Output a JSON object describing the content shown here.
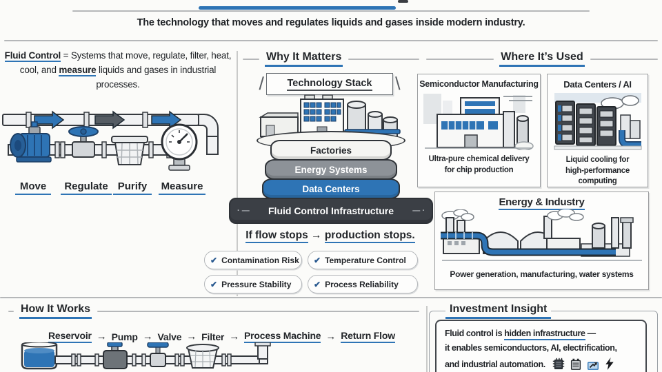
{
  "page": {
    "subtitle": "The technology that moves and regulates liquids and gases inside modern industry."
  },
  "definition": {
    "term": "Fluid Control",
    "equals": "=",
    "body_1": "Systems that move, regulate, filter, heat, cool, and",
    "highlight": "measure",
    "body_2": "liquids and gases in industrial processes."
  },
  "pipeline": {
    "labels": [
      "Move",
      "Regulate",
      "Purify",
      "Measure"
    ]
  },
  "why": {
    "heading": "Why It Matters",
    "banner": "Technology Stack",
    "stack": [
      {
        "label": "Factories",
        "color": "#f5f5f2"
      },
      {
        "label": "Energy Systems",
        "color": "#8d9298"
      },
      {
        "label": "Data Centers",
        "color": "#2e74b5"
      },
      {
        "label": "Fluid Control Infrastructure",
        "color": "#3b3f45"
      }
    ],
    "tagline": {
      "pre": "If flow stops",
      "arrow": "→",
      "post": "production stops."
    },
    "check": "✔",
    "badges": [
      "Contamination Risk",
      "Temperature Control",
      "Pressure Stability",
      "Process Reliability"
    ]
  },
  "where": {
    "heading": "Where It’s Used",
    "cards": [
      {
        "title": "Semiconductor Manufacturing",
        "caption_1": "Ultra-pure chemical delivery",
        "caption_2": "for chip production"
      },
      {
        "title": "Data Centers / AI",
        "caption_1": "Liquid cooling for",
        "caption_2": "high-performance computing"
      },
      {
        "title": "Energy & Industry",
        "caption_1": "Power generation, manufacturing, water systems",
        "caption_2": ""
      }
    ]
  },
  "how": {
    "heading": "How It Works",
    "arrow": "→",
    "steps": [
      "Reservoir",
      "Pump",
      "Valve",
      "Filter",
      "Process Machine",
      "Return Flow"
    ]
  },
  "insight": {
    "heading": "Investment Insight",
    "line1_pre": "Fluid control is",
    "line1_highlight": "hidden infrastructure",
    "line1_dash": "—",
    "line2": "it enables semiconductors, AI, electrification,",
    "line3": "and industrial automation.",
    "icons": [
      "chip-icon",
      "server-icon",
      "growth-chart-icon",
      "lightning-icon"
    ]
  },
  "colors": {
    "accent_blue": "#2e74b5",
    "arrow_gray": "#565d64",
    "stack_gray": "#8d9298",
    "stack_dark": "#3b3f45",
    "ink": "#23262a"
  }
}
